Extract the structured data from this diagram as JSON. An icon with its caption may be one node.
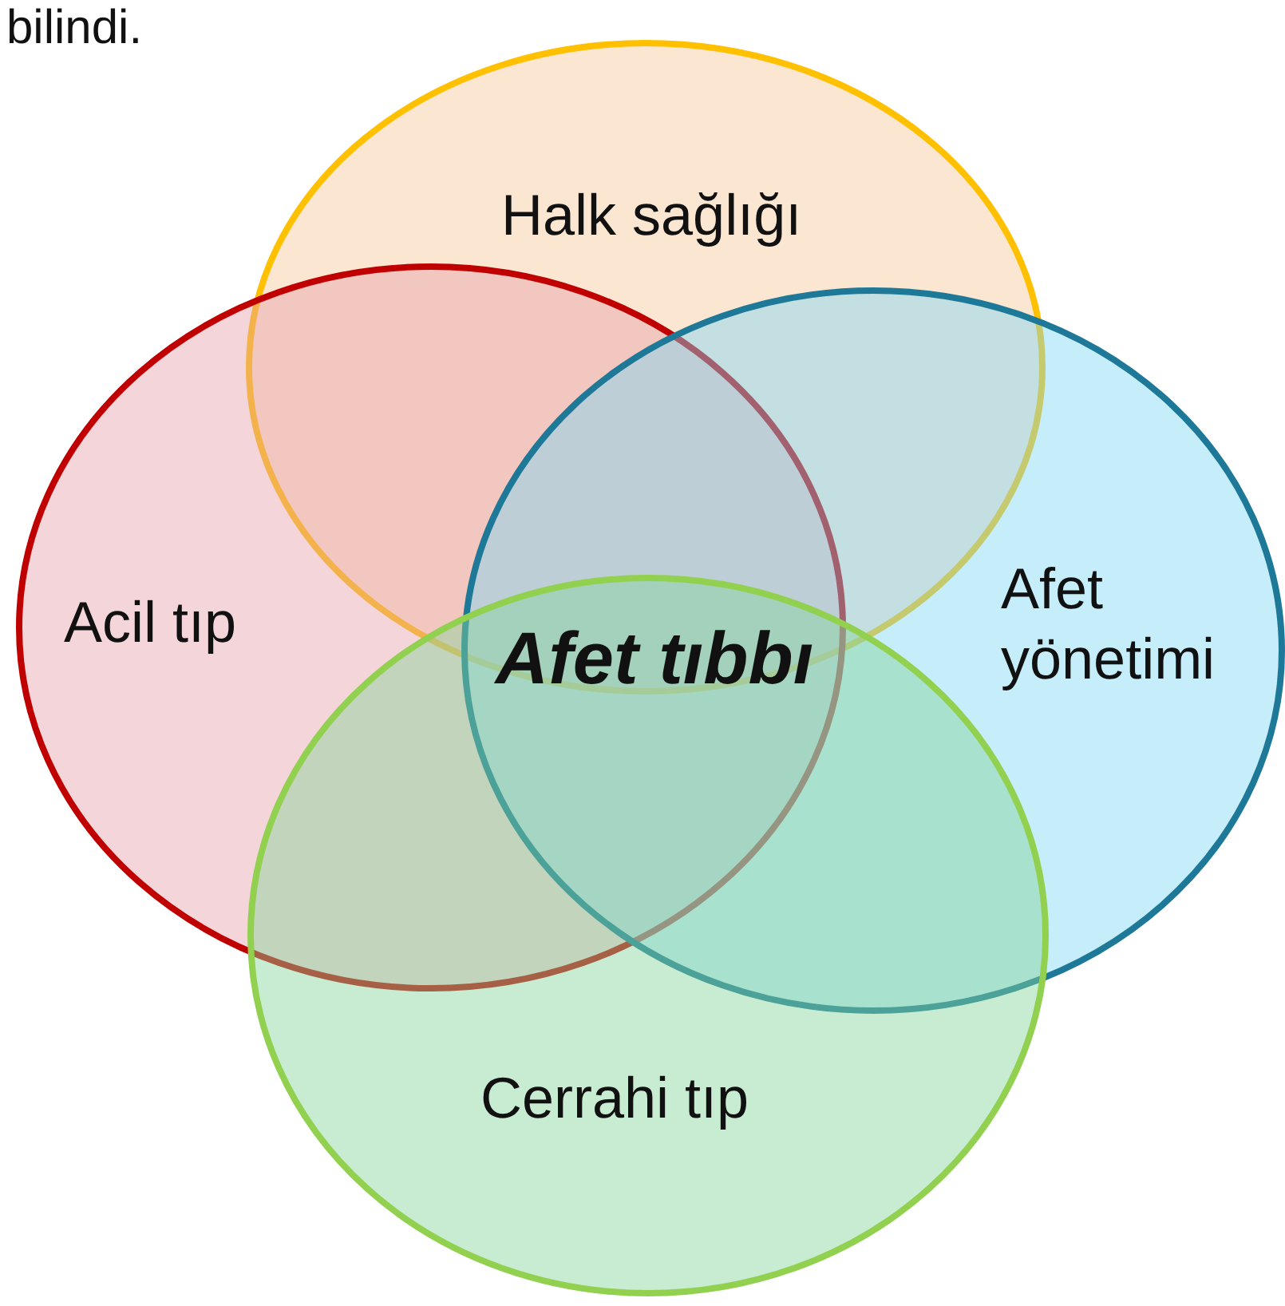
{
  "diagram": {
    "nodes": [
      {
        "text": [
          "Halk sağlığı"
        ]
      },
      {
        "text": [
          "Acil tıp"
        ]
      },
      {
        "text": [
          "Afet yönetimi"
        ]
      },
      {
        "text": [
          "Cerrahi tıp"
        ]
      },
      {
        "text": [
          "Afet tıbbı"
        ]
      }
    ],
    "labels": [
      "bilindi."
    ]
  }
}
